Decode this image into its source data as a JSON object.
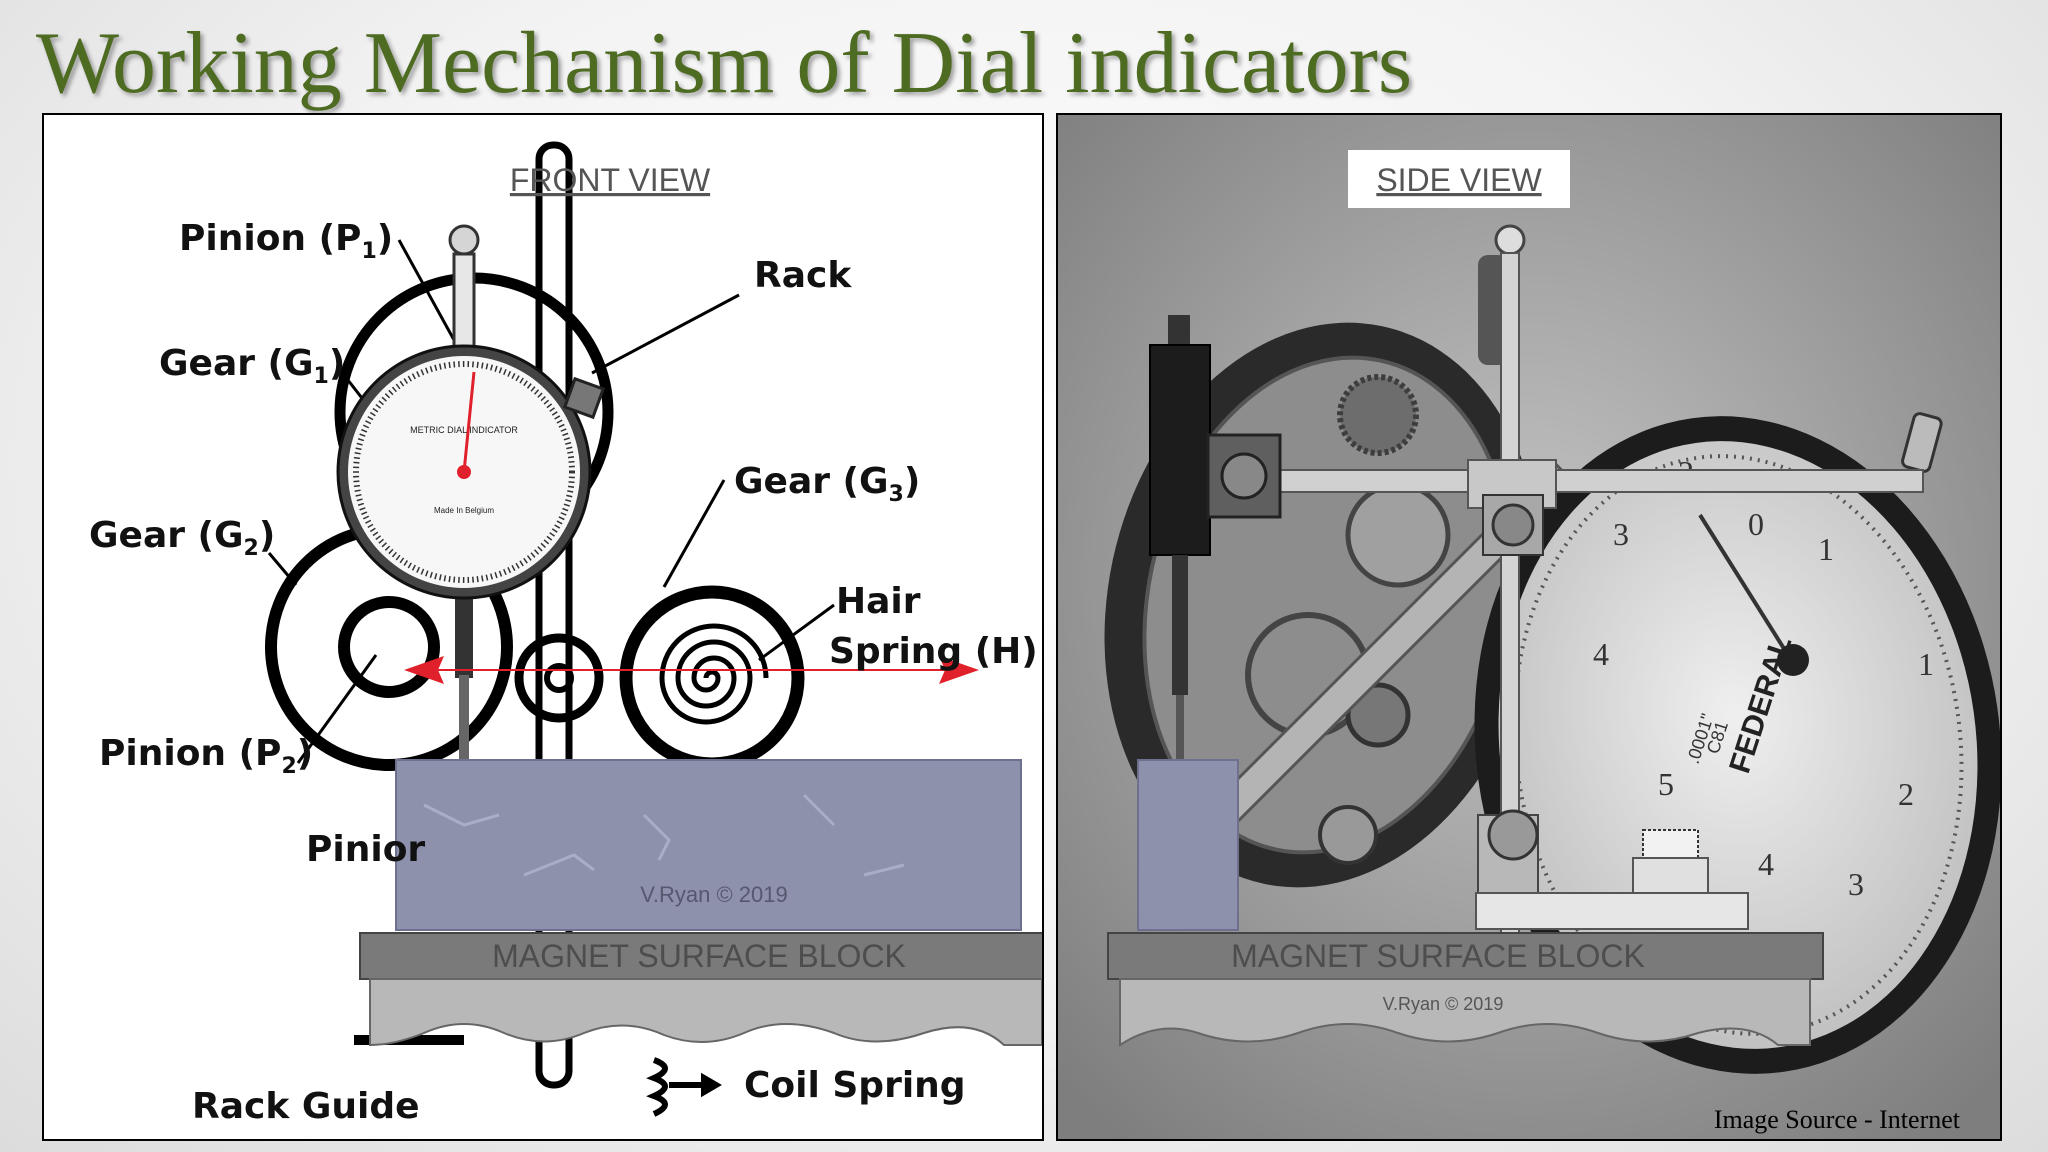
{
  "slide": {
    "title": "Working Mechanism of Dial indicators",
    "image_source": "Image Source - Internet"
  },
  "front_view": {
    "heading": "FRONT VIEW",
    "labels": {
      "pinion_p1": "Pinion (P",
      "pinion_p1_sub": "1",
      "rack": "Rack",
      "gear_g1": "Gear (G",
      "gear_g1_sub": "1",
      "gear_g2": "Gear (G",
      "gear_g2_sub": "2",
      "gear_g3": "Gear (G",
      "gear_g3_sub": "3",
      "hair": "Hair",
      "spring_h": "Spring (H)",
      "pinion_p2": "Pinion (P",
      "pinion_p2_sub": "2",
      "pinion_partial": "Pinior",
      "rack_guide": "Rack Guide",
      "coil_spring": "Coil Spring"
    },
    "dial_text": "METRIC DIAL INDICATOR",
    "dial_subtext": "Made In Belgium",
    "watermark": "V.Ryan © 2019",
    "base_label": "MAGNET SURFACE BLOCK"
  },
  "side_view": {
    "heading": "SIDE VIEW",
    "watermark": "V.Ryan © 2019",
    "base_label": "MAGNET SURFACE BLOCK",
    "photo_brand": "FEDERAL",
    "photo_model": "C81",
    "photo_reading": ".0001\"",
    "dial_numbers": [
      "0",
      "1",
      "2",
      "3",
      "4",
      "5",
      "4",
      "3",
      "2",
      "1"
    ]
  },
  "colors": {
    "title_green": "#4e6b22",
    "arrow_red": "#e0212b",
    "block_blue_grey": "#8e91ac",
    "base_grey": "#7a7a7a"
  }
}
